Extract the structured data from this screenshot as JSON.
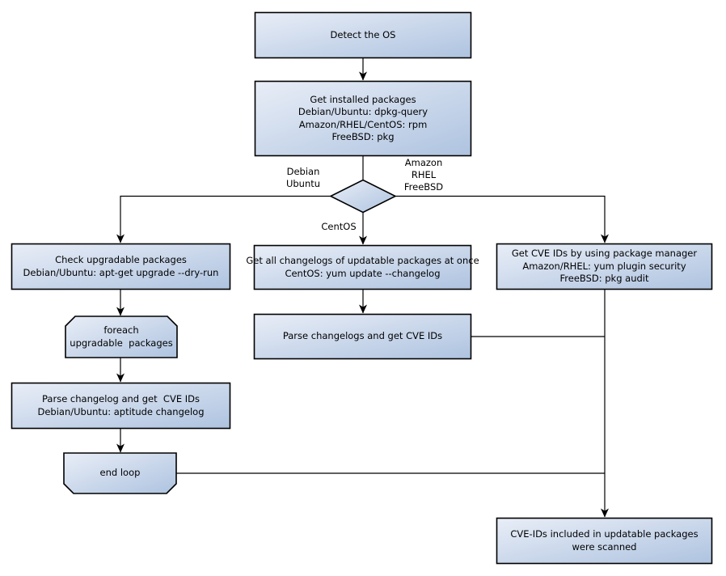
{
  "diagram": {
    "type": "flowchart",
    "colors": {
      "background": "#ffffff",
      "node_fill_light": "#e9eef7",
      "node_fill_dark": "#aec3e0",
      "node_border": "#000000",
      "edge_color": "#000000",
      "text_color": "#000000"
    },
    "nodes": [
      {
        "id": "detect-os",
        "shape": "rectangle",
        "lines": [
          "Detect the OS"
        ]
      },
      {
        "id": "get-installed-packages",
        "shape": "rectangle",
        "lines": [
          "Get installed packages",
          "Debian/Ubuntu: dpkg-query",
          "Amazon/RHEL/CentOS: rpm",
          "FreeBSD: pkg"
        ]
      },
      {
        "id": "os-branch-decision",
        "shape": "diamond",
        "lines": []
      },
      {
        "id": "check-upgradable-packages",
        "shape": "rectangle",
        "lines": [
          "Check upgradable packages",
          "Debian/Ubuntu: apt-get upgrade --dry-run"
        ]
      },
      {
        "id": "foreach-loop-start",
        "shape": "loop-start",
        "lines": [
          "foreach",
          "upgradable  packages"
        ]
      },
      {
        "id": "parse-changelog-get-cve-ids",
        "shape": "rectangle",
        "lines": [
          "Parse changelog and get  CVE IDs",
          "Debian/Ubuntu: aptitude changelog"
        ]
      },
      {
        "id": "end-loop",
        "shape": "loop-end",
        "lines": [
          "end loop"
        ]
      },
      {
        "id": "get-all-changelogs-at-once",
        "shape": "rectangle",
        "lines": [
          "Get all changelogs of updatable packages at once",
          "CentOS: yum update --changelog"
        ]
      },
      {
        "id": "parse-changelogs-get-cve-ids",
        "shape": "rectangle",
        "lines": [
          "Parse changelogs and get CVE IDs"
        ]
      },
      {
        "id": "get-cve-ids-by-package-manager",
        "shape": "rectangle",
        "lines": [
          "Get CVE IDs by using package manager",
          "Amazon/RHEL: yum plugin security",
          "FreeBSD: pkg audit"
        ]
      },
      {
        "id": "cve-ids-scanned-result",
        "shape": "rectangle",
        "lines": [
          "CVE-IDs included in updatable packages",
          "were scanned"
        ]
      }
    ],
    "edge_labels": [
      {
        "id": "branch-debian-ubuntu",
        "lines": [
          "Debian",
          "Ubuntu"
        ]
      },
      {
        "id": "branch-amazon-rhel-freebsd",
        "lines": [
          "Amazon",
          "RHEL",
          "FreeBSD"
        ]
      },
      {
        "id": "branch-centos",
        "lines": [
          "CentOS"
        ]
      }
    ]
  }
}
